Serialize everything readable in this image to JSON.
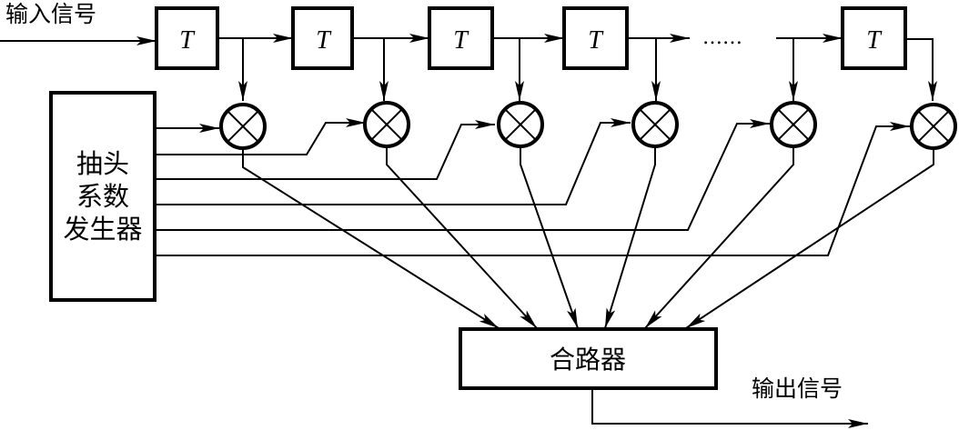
{
  "diagram": {
    "type": "block-diagram",
    "title": "",
    "colors": {
      "stroke": "#000000",
      "background": "#ffffff"
    },
    "input_label": "输入信号",
    "output_label": "输出信号",
    "delay_label": "T",
    "ellipsis": "……",
    "generator_label": [
      "抽头",
      "系数",
      "发生器"
    ],
    "combiner_label": "合路器",
    "delay_count_drawn": 5,
    "multiplier_count": 6,
    "tap_line_count": 6,
    "nodes": [
      {
        "id": "input",
        "label": "输入信号"
      },
      {
        "id": "delay-1",
        "label": "T"
      },
      {
        "id": "delay-2",
        "label": "T"
      },
      {
        "id": "delay-3",
        "label": "T"
      },
      {
        "id": "delay-4",
        "label": "T"
      },
      {
        "id": "delay-n",
        "label": "T"
      },
      {
        "id": "mult-1",
        "label": "⊗"
      },
      {
        "id": "mult-2",
        "label": "⊗"
      },
      {
        "id": "mult-3",
        "label": "⊗"
      },
      {
        "id": "mult-4",
        "label": "⊗"
      },
      {
        "id": "mult-5",
        "label": "⊗"
      },
      {
        "id": "mult-6",
        "label": "⊗"
      },
      {
        "id": "tap-generator",
        "label": "抽头系数发生器"
      },
      {
        "id": "combiner",
        "label": "合路器"
      },
      {
        "id": "output",
        "label": "输出信号"
      }
    ],
    "edges": [
      [
        "input",
        "delay-1"
      ],
      [
        "delay-1",
        "delay-2"
      ],
      [
        "delay-2",
        "delay-3"
      ],
      [
        "delay-3",
        "delay-4"
      ],
      [
        "delay-4",
        "delay-n"
      ],
      [
        "delay-1",
        "mult-1"
      ],
      [
        "delay-2",
        "mult-2"
      ],
      [
        "delay-3",
        "mult-3"
      ],
      [
        "delay-4",
        "mult-4"
      ],
      [
        "delay-4-chain",
        "mult-5"
      ],
      [
        "delay-n",
        "mult-6"
      ],
      [
        "tap-generator",
        "mult-1"
      ],
      [
        "tap-generator",
        "mult-2"
      ],
      [
        "tap-generator",
        "mult-3"
      ],
      [
        "tap-generator",
        "mult-4"
      ],
      [
        "tap-generator",
        "mult-5"
      ],
      [
        "tap-generator",
        "mult-6"
      ],
      [
        "mult-1",
        "combiner"
      ],
      [
        "mult-2",
        "combiner"
      ],
      [
        "mult-3",
        "combiner"
      ],
      [
        "mult-4",
        "combiner"
      ],
      [
        "mult-5",
        "combiner"
      ],
      [
        "mult-6",
        "combiner"
      ],
      [
        "combiner",
        "output"
      ]
    ]
  }
}
